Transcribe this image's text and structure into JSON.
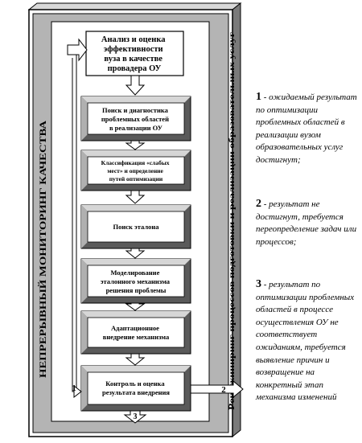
{
  "diagram": {
    "left_label": "НЕПРЕРЫВНЫЙ МОНИТОРИНГ КАЧЕСТВА",
    "right_label": "Реинжиниринг процессов подготовки и реализации образовательных услуг",
    "steps": [
      {
        "lines": [
          "Анализ и оценка",
          "эффективности",
          "вуза в качестве",
          "провадера ОУ"
        ]
      },
      {
        "lines": [
          "Поиск и диагностика",
          "проблемных областей",
          "в реализации ОУ"
        ]
      },
      {
        "lines": [
          "Классификация «слабых",
          "мест» и определение",
          "путей оптимизации"
        ]
      },
      {
        "lines": [
          "Поиск эталона"
        ]
      },
      {
        "lines": [
          "Моделирование",
          "эталонного механизма",
          "решения проблемы"
        ]
      },
      {
        "lines": [
          "Адаптационное",
          "внедрение механизма"
        ]
      },
      {
        "lines": [
          "Контроль и оценка",
          "результата внедрения"
        ]
      }
    ],
    "loop_labels": {
      "one": "1",
      "two": "2",
      "three": "3"
    }
  },
  "legend": [
    {
      "num": "1",
      "text": " - ожидаемый результат по оптимизации проблемных областей в реализации вузом образовательных услуг достигнут;"
    },
    {
      "num": "2",
      "text": " - результат не достигнут, требуется переопределение задач или процессов;"
    },
    {
      "num": "3",
      "text": " - результат по оптимизации проблемных областей в процессе осуществления ОУ не соответствует ожиданиям, требуется выявление причин и возвращение на конкретный этап механизма изменений"
    }
  ]
}
